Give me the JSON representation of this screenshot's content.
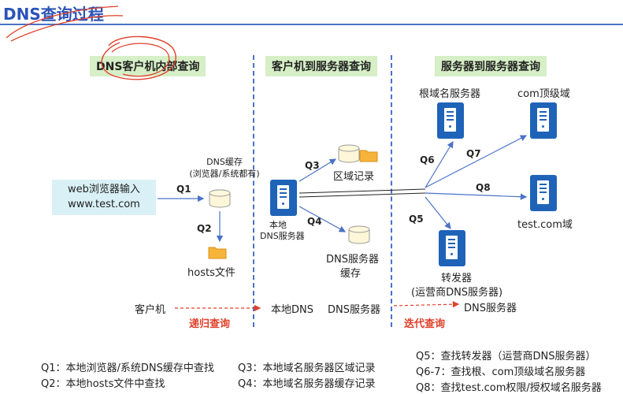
{
  "title": "DNS查询过程",
  "sections": {
    "client_internal": "DNS客户机内部查询",
    "client_to_server": "客户机到服务器查询",
    "server_to_server": "服务器到服务器查询"
  },
  "nodes": {
    "browser_line1": "web浏览器输入",
    "browser_line2": "www.test.com",
    "dns_cache_line1": "DNS缓存",
    "dns_cache_line2": "(浏览器/系统都有)",
    "hosts_file": "hosts文件",
    "local_dns_line1": "本地",
    "local_dns_line2": "DNS服务器",
    "zone_record": "区域记录",
    "dns_server_cache_line1": "DNS服务器",
    "dns_server_cache_line2": "缓存",
    "root_server": "根域名服务器",
    "com_tld": "com顶级域",
    "test_com_domain": "test.com域",
    "forwarder_line1": "转发器",
    "forwarder_line2": "(运营商DNS服务器)"
  },
  "queries": {
    "q1": "Q1",
    "q2": "Q2",
    "q3": "Q3",
    "q4": "Q4",
    "q5": "Q5",
    "q6": "Q6",
    "q7": "Q7",
    "q8": "Q8"
  },
  "bottom_row": {
    "client": "客户机",
    "local_dns": "本地DNS",
    "dns_server": "DNS服务器",
    "dns_server2": "DNS服务器",
    "recursive": "递归查询",
    "iterative": "迭代查询"
  },
  "legend": {
    "q1": "Q1：本地浏览器/系统DNS缓存中查找",
    "q2": "Q2：本地hosts文件中查找",
    "q3": "Q3：本地域名服务器区域记录",
    "q4": "Q4：本地域名服务器缓存记录",
    "q5": "Q5：查找转发器（运营商DNS服务器）",
    "q6_7": "Q6-7：查找根、com顶级域名服务器",
    "q8": "Q8：查找test.com权限/授权域名服务器"
  },
  "colors": {
    "title": "#2b54b8",
    "server": "#1f63b8",
    "arrow": "#4a72c8",
    "dashed_red": "#e0402c",
    "annotation": "#e0402c"
  },
  "icons": {
    "server": "server-icon",
    "database": "database-icon",
    "folder": "folder-icon"
  }
}
